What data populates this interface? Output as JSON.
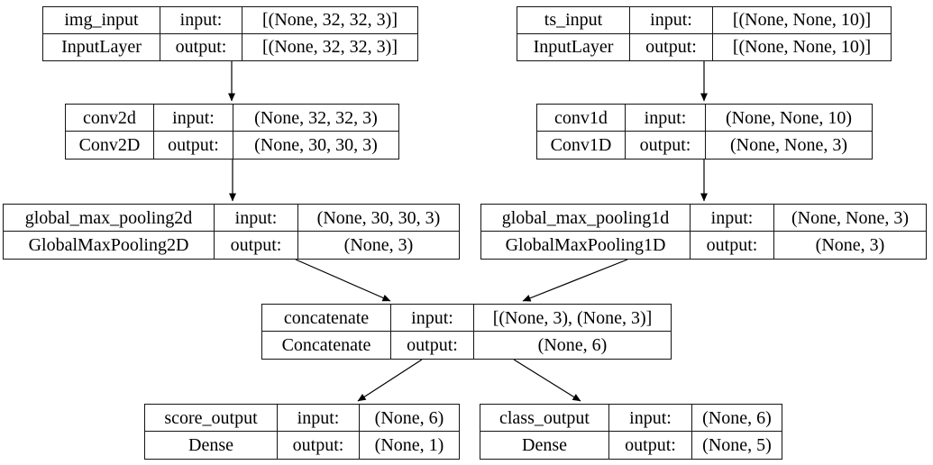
{
  "diagram": {
    "kind": "keras-model-architecture-graph",
    "colors": {
      "line": "#000000",
      "background": "#ffffff",
      "text": "#000000"
    },
    "labels": {
      "input": "input:",
      "output": "output:"
    },
    "nodes": {
      "img_input": {
        "name": "img_input",
        "layer_class": "InputLayer",
        "input_shape": "[(None, 32, 32, 3)]",
        "output_shape": "[(None, 32, 32, 3)]"
      },
      "ts_input": {
        "name": "ts_input",
        "layer_class": "InputLayer",
        "input_shape": "[(None, None, 10)]",
        "output_shape": "[(None, None, 10)]"
      },
      "conv2d": {
        "name": "conv2d",
        "layer_class": "Conv2D",
        "input_shape": "(None, 32, 32, 3)",
        "output_shape": "(None, 30, 30, 3)"
      },
      "conv1d": {
        "name": "conv1d",
        "layer_class": "Conv1D",
        "input_shape": "(None, None, 10)",
        "output_shape": "(None, None, 3)"
      },
      "global_max_pooling2d": {
        "name": "global_max_pooling2d",
        "layer_class": "GlobalMaxPooling2D",
        "input_shape": "(None, 30, 30, 3)",
        "output_shape": "(None, 3)"
      },
      "global_max_pooling1d": {
        "name": "global_max_pooling1d",
        "layer_class": "GlobalMaxPooling1D",
        "input_shape": "(None, None, 3)",
        "output_shape": "(None, 3)"
      },
      "concatenate": {
        "name": "concatenate",
        "layer_class": "Concatenate",
        "input_shape": "[(None, 3), (None, 3)]",
        "output_shape": "(None, 6)"
      },
      "score_output": {
        "name": "score_output",
        "layer_class": "Dense",
        "input_shape": "(None, 6)",
        "output_shape": "(None, 1)"
      },
      "class_output": {
        "name": "class_output",
        "layer_class": "Dense",
        "input_shape": "(None, 6)",
        "output_shape": "(None, 5)"
      }
    },
    "edges": [
      {
        "from": "img_input",
        "to": "conv2d"
      },
      {
        "from": "ts_input",
        "to": "conv1d"
      },
      {
        "from": "conv2d",
        "to": "global_max_pooling2d"
      },
      {
        "from": "conv1d",
        "to": "global_max_pooling1d"
      },
      {
        "from": "global_max_pooling2d",
        "to": "concatenate"
      },
      {
        "from": "global_max_pooling1d",
        "to": "concatenate"
      },
      {
        "from": "concatenate",
        "to": "score_output"
      },
      {
        "from": "concatenate",
        "to": "class_output"
      }
    ]
  }
}
